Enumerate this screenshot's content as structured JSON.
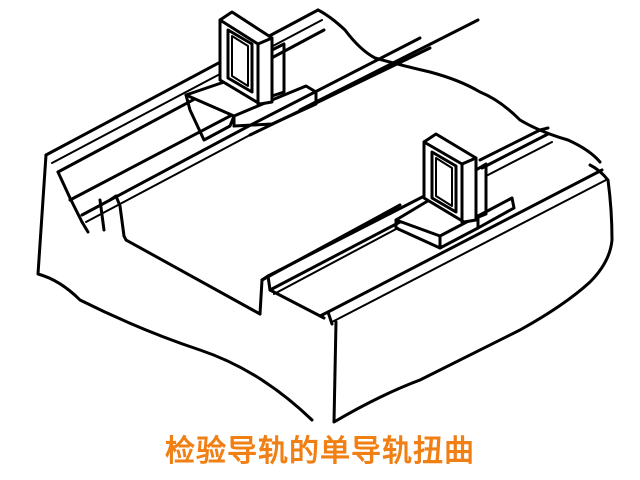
{
  "figure": {
    "description": "Isometric line drawing of a machine-tool bed with two guideways, each carrying a frame-type spirit level on a bridge block",
    "components": [
      {
        "name": "bed",
        "label": ""
      },
      {
        "name": "rear-guideway",
        "label": ""
      },
      {
        "name": "front-guideway",
        "label": ""
      },
      {
        "name": "rear-level-frame",
        "label": ""
      },
      {
        "name": "front-level-frame",
        "label": ""
      },
      {
        "name": "rear-bridge-block",
        "label": ""
      },
      {
        "name": "front-bridge-block",
        "label": ""
      }
    ],
    "line_color": "#000000",
    "background": "#ffffff"
  },
  "caption": {
    "text": "检验导轨的单导轨扭曲",
    "color": "#f07f14"
  }
}
